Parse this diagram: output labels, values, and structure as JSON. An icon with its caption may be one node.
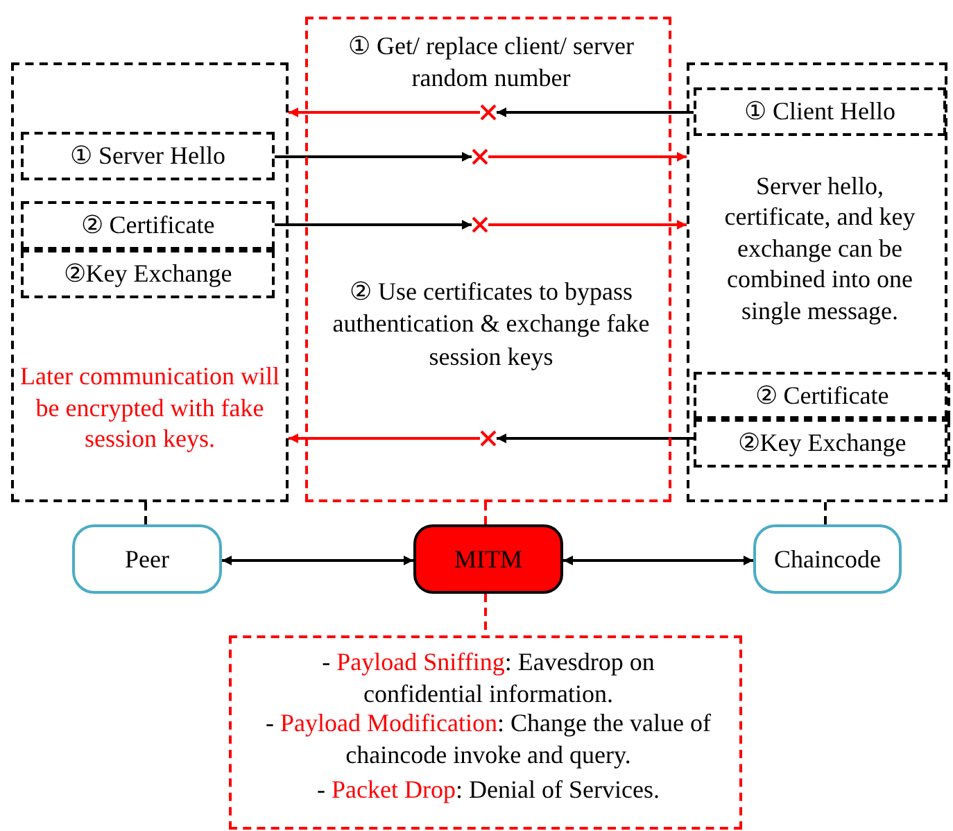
{
  "diagram": {
    "nodes": [
      {
        "text": [],
        "shape": "box"
      },
      {
        "text": [
          "① Server Hello"
        ],
        "in": 0
      },
      {
        "text": [
          "② Certificate"
        ],
        "in": 0
      },
      {
        "text": [
          "②Key Exchange"
        ],
        "in": 0
      },
      {
        "text": [
          "Later communication will be encrypted with fake session keys."
        ],
        "in": 0
      },
      {
        "text": [
          "① Get/ replace client/ server random number",
          "② Use certificates to bypass authentication & exchange fake session keys"
        ]
      },
      {
        "text": [],
        "shape": "box"
      },
      {
        "text": [
          "① Client Hello"
        ],
        "in": 6
      },
      {
        "text": [
          "Server hello, certificate, and key exchange can be combined into one single message."
        ],
        "in": 6
      },
      {
        "text": [
          "② Certificate"
        ],
        "in": 6
      },
      {
        "text": [
          "②Key Exchange"
        ],
        "in": 6
      },
      {
        "text": [
          "Peer"
        ]
      },
      {
        "text": [
          "MITM"
        ]
      },
      {
        "text": [
          "Chaincode"
        ]
      },
      {
        "text": [
          "- **Payload Sniffing**: Eavesdrop on confidential information.",
          "- **Payload Modification**: Change the value of chaincode invoke and query.",
          "- **Packet Drop**: Denial of Services."
        ]
      },
      {
        "text": [],
        "shape": "cross",
        "in": 5
      },
      {
        "text": [],
        "shape": "cross",
        "in": 5
      },
      {
        "text": [],
        "shape": "cross",
        "in": 5
      },
      {
        "text": [],
        "shape": "cross",
        "in": 5
      }
    ],
    "edges": [
      {
        "from": 7,
        "to": 15,
        "arrow": "to"
      },
      {
        "from": 15,
        "to": 0,
        "arrow": "to",
        "color": "#ff0000"
      },
      {
        "from": 1,
        "to": 16,
        "arrow": "to"
      },
      {
        "from": 16,
        "to": 6,
        "arrow": "to",
        "color": "#ff0000"
      },
      {
        "from": 2,
        "to": 17,
        "arrow": "to"
      },
      {
        "from": 17,
        "to": 6,
        "arrow": "to",
        "color": "#ff0000"
      },
      {
        "from": 10,
        "to": 18,
        "arrow": "to"
      },
      {
        "from": 18,
        "to": 0,
        "arrow": "to",
        "color": "#ff0000"
      },
      {
        "from": 11,
        "to": 12,
        "arrow": "both"
      },
      {
        "from": 12,
        "to": 13,
        "arrow": "both"
      },
      {
        "from": 11,
        "to": 0,
        "arrow": "none",
        "style": "dashed"
      },
      {
        "from": 12,
        "to": 5,
        "arrow": "none",
        "style": "dashed",
        "color": "#ff0000"
      },
      {
        "from": 12,
        "to": 14,
        "arrow": "none",
        "style": "dashed",
        "color": "#ff0000"
      },
      {
        "from": 13,
        "to": 6,
        "arrow": "none",
        "style": "dashed"
      }
    ]
  }
}
